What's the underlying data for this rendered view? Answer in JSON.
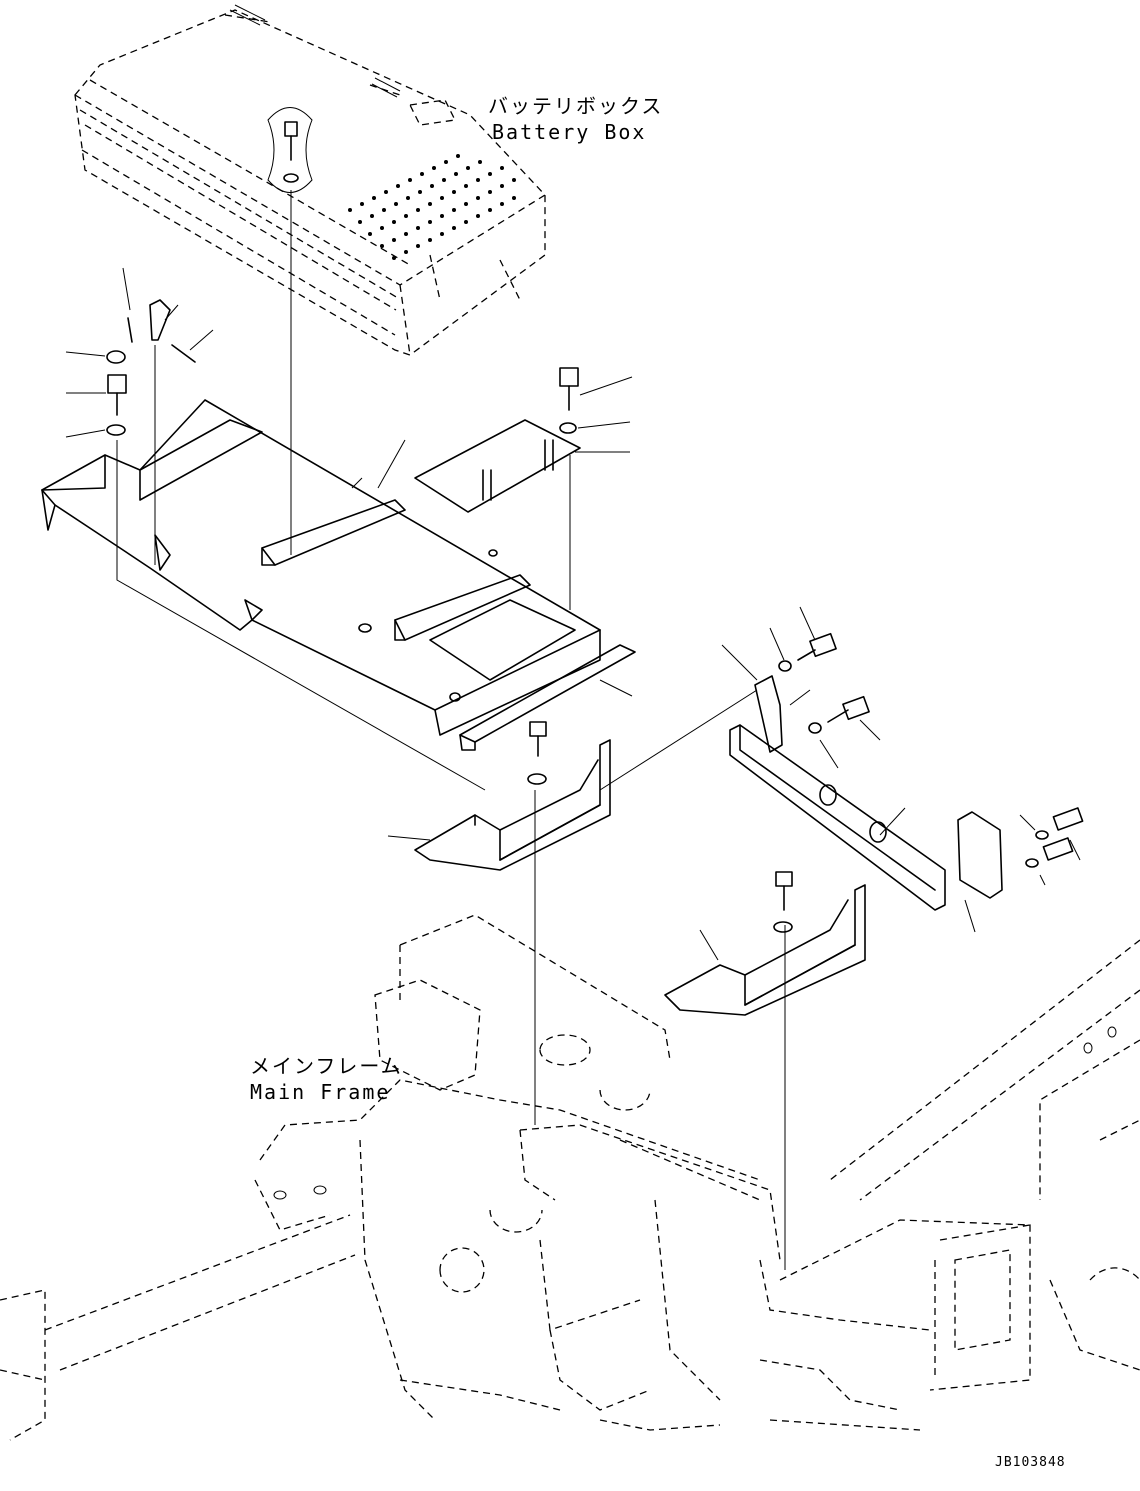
{
  "labels": {
    "battery_box_jp": "バッテリボックス",
    "battery_box_en": "Battery Box",
    "main_frame_jp": "メインフレーム",
    "main_frame_en": "Main Frame",
    "drawing_code": "JB103848"
  }
}
